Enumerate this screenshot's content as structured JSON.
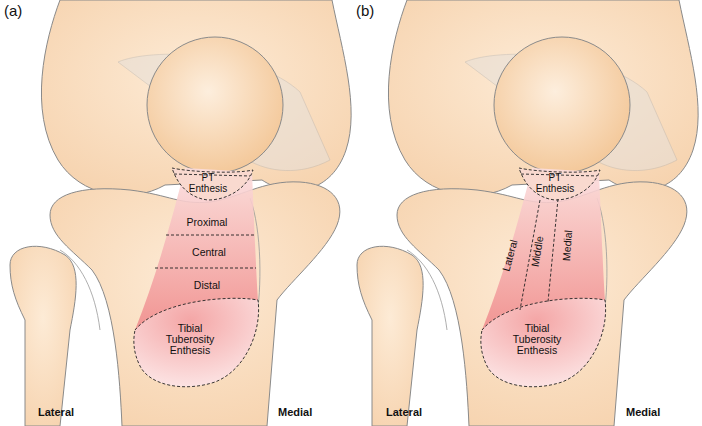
{
  "diagram": {
    "nodes": [
      {
        "text": [
          "PT Enthesis"
        ]
      },
      {
        "text": [
          "Proximal"
        ]
      },
      {
        "text": [
          "Central"
        ]
      },
      {
        "text": [
          "Distal"
        ]
      },
      {
        "text": [
          "Tibial Tuberosity Enthesis"
        ]
      },
      {
        "text": [
          "PT Enthesis"
        ]
      },
      {
        "text": [
          "Lateral"
        ]
      },
      {
        "text": [
          "Middle"
        ]
      },
      {
        "text": [
          "Medial"
        ]
      },
      {
        "text": [
          "Tibial Tuberosity Enthesis"
        ]
      }
    ],
    "labels": [
      "(a)",
      "(b)",
      "Lateral",
      "Medial",
      "Lateral",
      "Medial"
    ]
  }
}
